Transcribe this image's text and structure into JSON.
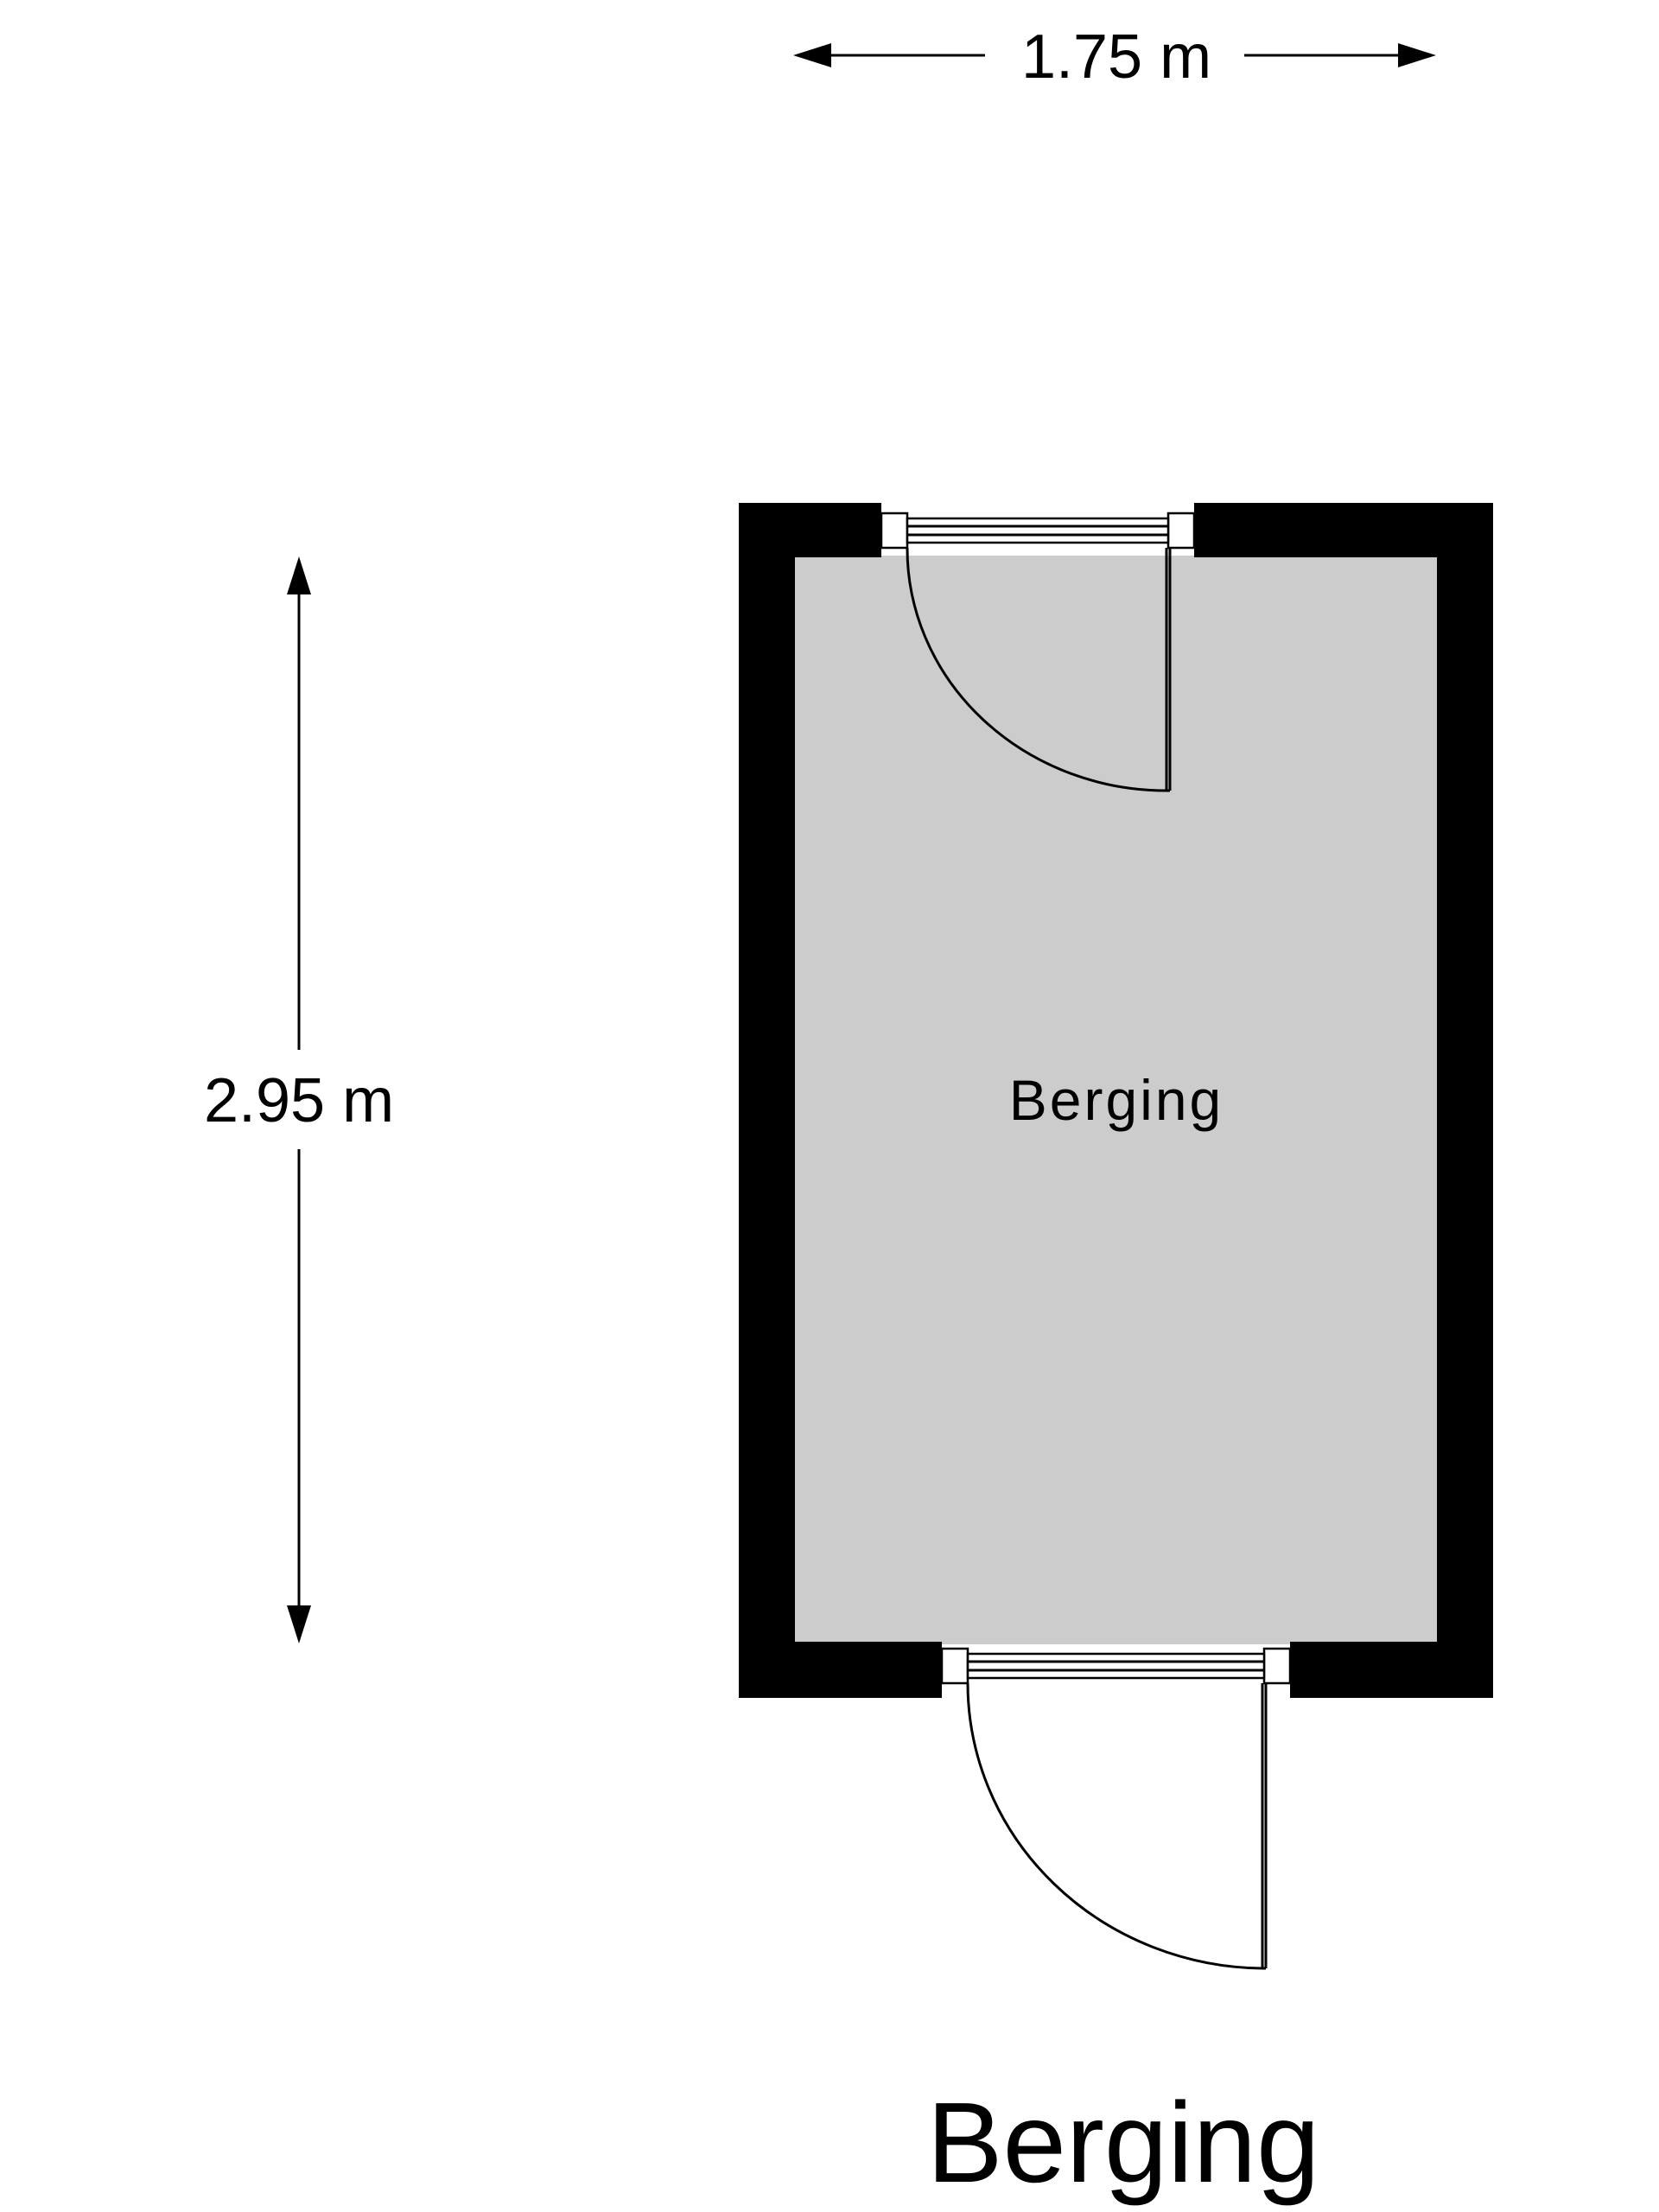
{
  "plan": {
    "title": "Berging",
    "room_label": "Berging",
    "width_label": "1.75 m",
    "height_label": "2.95 m"
  },
  "colors": {
    "wall": "#000000",
    "floor": "#cccccc",
    "background": "#ffffff"
  }
}
